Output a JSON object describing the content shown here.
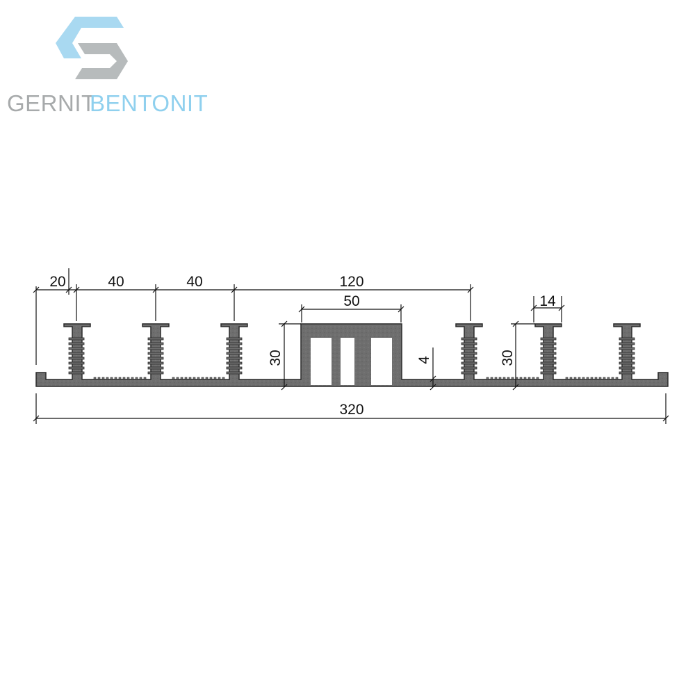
{
  "logo": {
    "word_left": "GERNIT",
    "word_right": "BENTONIT",
    "color_left": "#a7aaab",
    "color_right": "#8fd0ee",
    "mark_color_light": "#a9d9f1",
    "mark_color_dark": "#b7bbbc"
  },
  "profile": {
    "fill_color": "#6e6e6e",
    "outline_color": "#2b2b2b"
  },
  "dimensions": {
    "d_20": "20",
    "d_40_a": "40",
    "d_40_b": "40",
    "d_120": "120",
    "d_50": "50",
    "d_14": "14",
    "d_30_left": "30",
    "d_4": "4",
    "d_30_right": "30",
    "d_320": "320"
  }
}
